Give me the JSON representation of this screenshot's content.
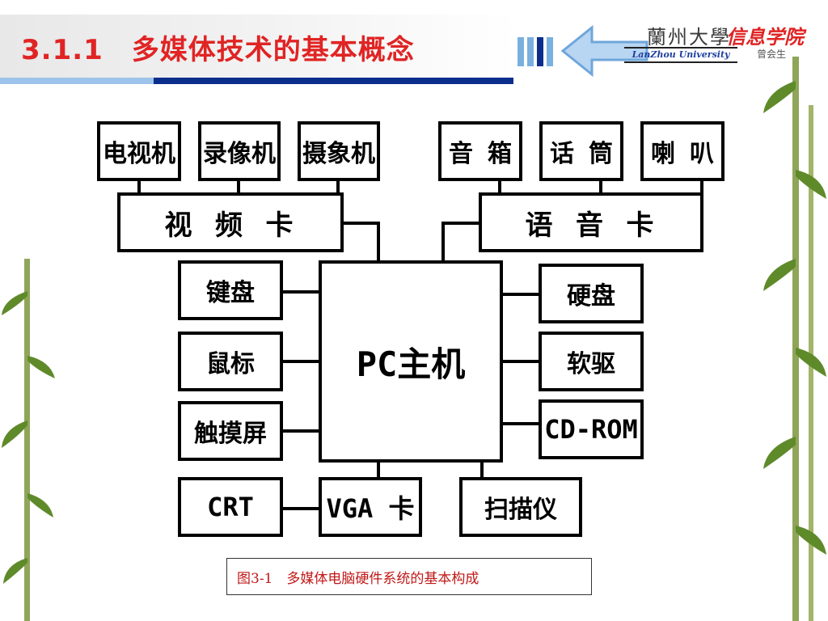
{
  "header": {
    "title": "3.1.1　多媒体技术的基本概念",
    "logo_cn": "蘭州大學",
    "logo_dept": "信息学院",
    "logo_en": "LanZhou University",
    "logo_name": "曾会生"
  },
  "diagram": {
    "top_left_devices": [
      "电视机",
      "录像机",
      "摄象机"
    ],
    "top_right_devices": [
      "音 箱",
      "话 筒",
      "喇 叭"
    ],
    "video_card": "视 频 卡",
    "audio_card": "语 音 卡",
    "center": "PC主机",
    "left_devices": [
      "键盘",
      "鼠标",
      "触摸屏"
    ],
    "right_devices": [
      "硬盘",
      "软驱",
      "CD-ROM"
    ],
    "bottom_devices": [
      "CRT",
      "VGA 卡",
      "扫描仪"
    ]
  },
  "caption": "图3-1　多媒体电脑硬件系统的基本构成",
  "colors": {
    "title": "#e02424",
    "rule_light": "#9ec3ea",
    "rule_dark": "#0b2e8c",
    "caption": "#c01818"
  }
}
